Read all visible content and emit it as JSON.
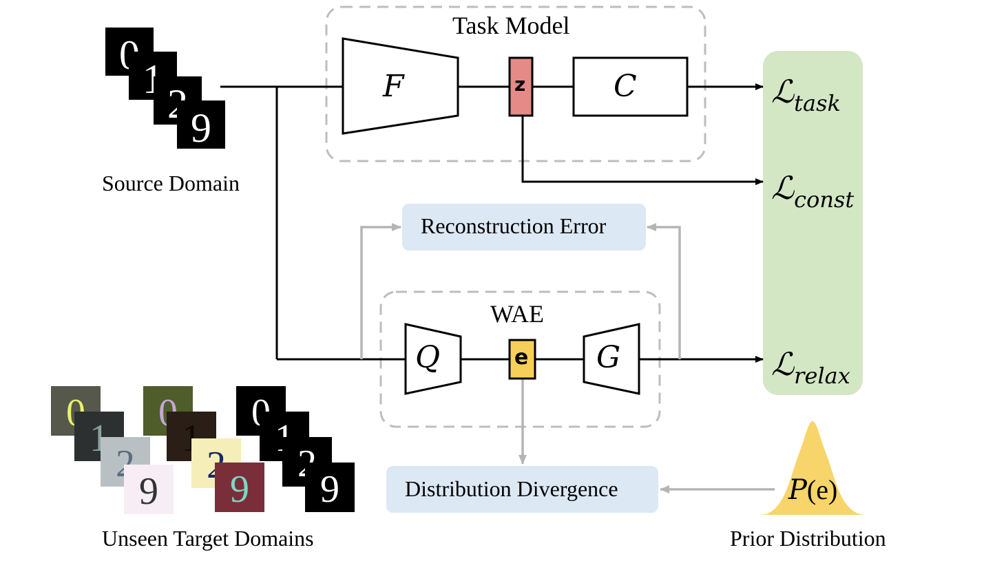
{
  "diagram": {
    "task_model_label": "Task Model",
    "wae_label": "WAE",
    "source_domain_label": "Source Domain",
    "unseen_target_label": "Unseen Target Domains",
    "prior_distribution_label": "Prior Distribution",
    "reconstruction_error_label": "Reconstruction Error",
    "distribution_divergence_label": "Distribution Divergence",
    "feature_extractor": "F",
    "classifier": "C",
    "latent_z": "z",
    "encoder_q": "Q",
    "latent_e": "e",
    "decoder_g": "G",
    "prior_p": "P",
    "prior_arg": "(e)",
    "loss_symbol": "ℒ",
    "loss_task_sub": "task",
    "loss_const_sub": "const",
    "loss_relax_sub": "relax",
    "source_digits": [
      "0",
      "1",
      "2",
      "9"
    ],
    "target_digits": [
      "0",
      "1",
      "2",
      "9",
      "0",
      "1",
      "2",
      "9",
      "0",
      "1",
      "2",
      "9"
    ]
  },
  "colors": {
    "z_box": "#e58a87",
    "e_box": "#f6cf5b",
    "loss_panel": "#d4e7c5",
    "info_box": "#dce8f4",
    "prior_curve": "#f7d56a",
    "dashed_border": "#bdbdbd",
    "gray_arrow": "#b5b5b5"
  }
}
